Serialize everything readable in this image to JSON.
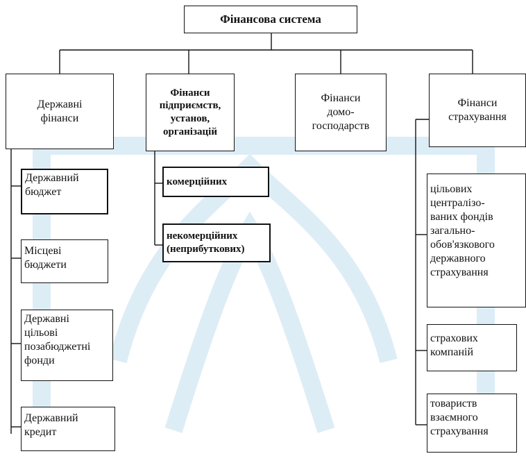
{
  "root": "Фінансова система",
  "categories": {
    "state": "Державні\nфінанси",
    "enterprise": "Фінанси\nпідприємств,\nустанов,\nорганізацій",
    "household": "Фінанси\nдомо-\nгосподарств",
    "insurance": "Фінанси\nстрахування"
  },
  "state_items": [
    "Державний\nбюджет",
    "Місцеві\nбюджети",
    "Державні\nцільові\nпозабюджетні\nфонди",
    "Державний\nкредит"
  ],
  "enterprise_items": [
    "комерційних",
    "некомерційних\n(неприбуткових)"
  ],
  "insurance_items": [
    "цільових\nцентралізо-\nваних фондів\nзагально-\nобов'язкового\nдержавного\nстрахування",
    "страхових\nкомпаній",
    "товариств\nвзаємного\nстрахування"
  ]
}
